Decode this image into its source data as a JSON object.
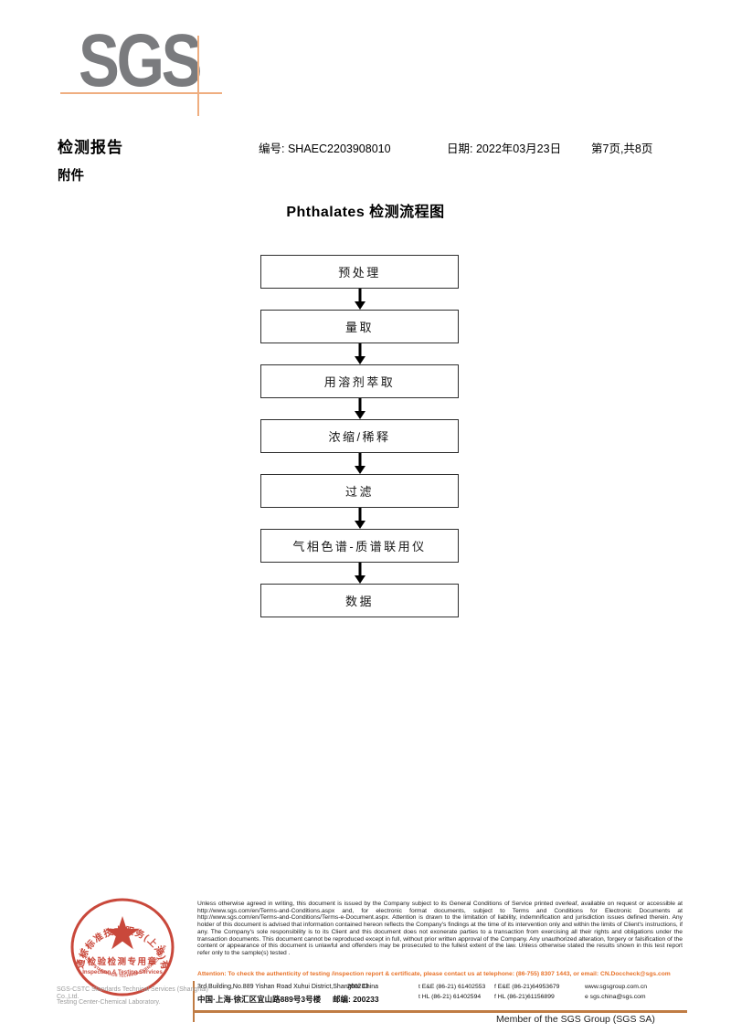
{
  "logo": {
    "text": "SGS"
  },
  "header": {
    "title": "检测报告",
    "number_label": "编号:",
    "number": "SHAEC2203908010",
    "date_label": "日期:",
    "date": "2022年03月23日",
    "page_info": "第7页,共8页",
    "attachment_label": "附件"
  },
  "flowchart": {
    "title": "Phthalates 检测流程图",
    "steps": [
      "预处理",
      "量取",
      "用溶剂萃取",
      "浓缩/稀释",
      "过滤",
      "气相色谱-质谱联用仪",
      "数据"
    ]
  },
  "stamp": {
    "arc_text_top": "通标标准技术服务(上海)有限公司",
    "arc_text_bottom": "SGS-CSTC STANDARDS TECHNICAL SERVICES (SHANGHAI) CO.,LTD.",
    "line1": "检验检测专用章",
    "line2": "Inspection & Testing Services",
    "company_line1": "SGS-CSTC Standards Technical Services (Shanghai) Co.,Ltd.",
    "company_line2": "Testing Center-Chemical Laboratory."
  },
  "footer": {
    "disclaimer": "Unless otherwise agreed in writing, this document is issued by the Company subject to its General Conditions of Service printed overleaf, available on request or accessible at http://www.sgs.com/en/Terms-and-Conditions.aspx and, for electronic format documents, subject to Terms and Conditions for Electronic Documents at http://www.sgs.com/en/Terms-and-Conditions/Terms-e-Document.aspx. Attention is drawn to the limitation of liability, indemnification and jurisdiction issues defined therein. Any holder of this document is advised that information contained hereon reflects the Company's findings at the time of its intervention only and within the limits of Client's instructions, if any. The Company's sole responsibility is to its Client and this document does not exonerate parties to a transaction from exercising all their rights and obligations under the transaction documents. This document cannot be reproduced except in full, without prior written approval of the Company. Any unauthorized alteration, forgery or falsification of the content or appearance of this document is unlawful and offenders may be prosecuted to the fullest extent of the law. Unless otherwise stated the results shown in this test report refer only to the sample(s) tested .",
    "attention": "Attention: To check the authenticity of testing /inspection report & certificate, please contact us at telephone: (86-755) 8307 1443, or email: CN.Doccheck@sgs.com",
    "row_en": {
      "address": "3rd Building,No.889 Yishan Road Xuhui District,Shanghai China",
      "postcode": "200233",
      "tel": "t E&E (86-21) 61402553",
      "fax": "f E&E (86-21)64953679",
      "web": "www.sgsgroup.com.cn"
    },
    "row_cn": {
      "address": "中国·上海·徐汇区宜山路889号3号楼",
      "postcode": "邮编: 200233",
      "tel": "t HL (86-21) 61402594",
      "fax": "f HL (86-21)61156899",
      "email": "e sgs.china@sgs.com"
    },
    "member": "Member of the SGS Group (SGS SA)"
  },
  "colors": {
    "logo_gray": "#7A7B7E",
    "crosshair_orange": "#EFAE80",
    "footer_line_tan": "#C07C44",
    "attention_orange": "#E8732A",
    "stamp_red": "#C5392B"
  }
}
